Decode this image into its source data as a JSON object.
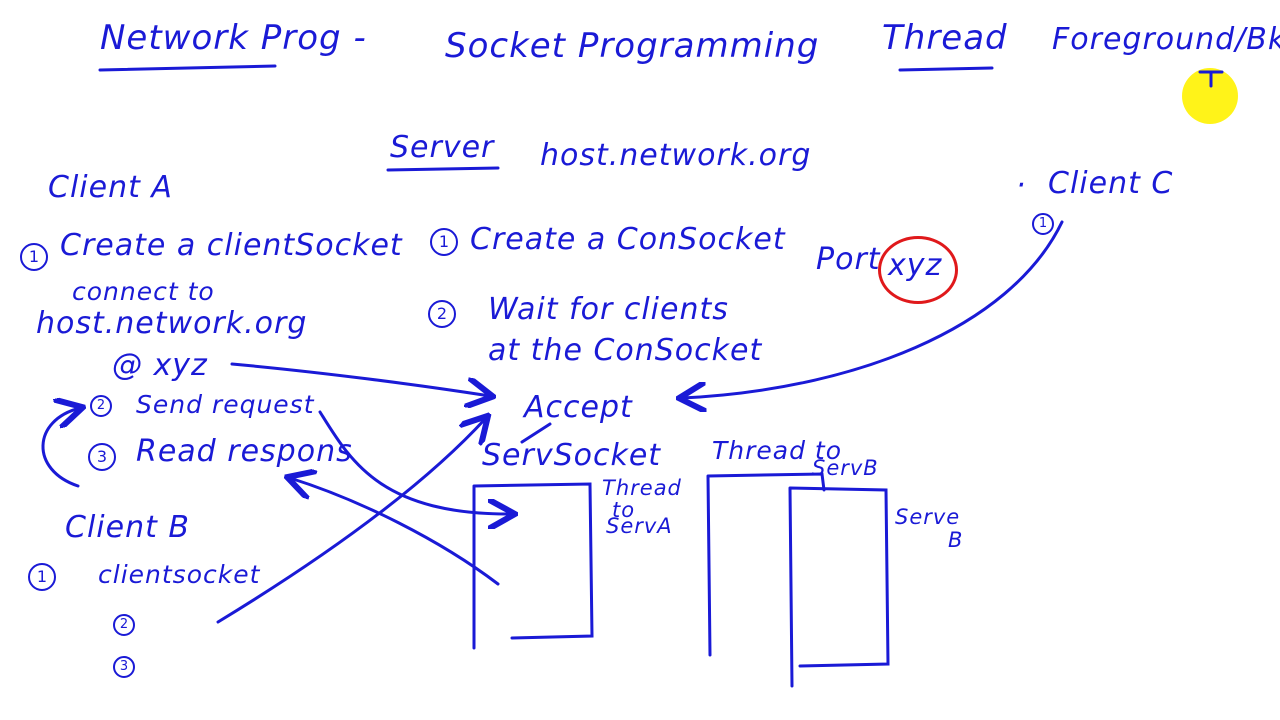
{
  "header": {
    "network_prog": "Network Prog -",
    "socket_programming": "Socket Programming",
    "thread": "Thread",
    "foreground_background": "Foreground/Bkgd"
  },
  "server": {
    "label": "Server",
    "host": "host.network.org",
    "port_label": "Port",
    "port_value": "xyz",
    "step1": "Create a ConSocket",
    "step2_line1": "Wait for clients",
    "step2_line2": "at the ConSocket",
    "accept": "Accept",
    "serv_socket": "ServSocket",
    "thread_to_serv_a_line1": "Thread",
    "thread_to_serv_a_line2": "to",
    "thread_to_serv_a_line3": "ServA",
    "thread_to_serv_b_line1": "Thread to",
    "thread_to_serv_b_line2": "ServB",
    "serve_b_line1": "Serve",
    "serve_b_line2": "B"
  },
  "client_a": {
    "label": "Client A",
    "step1": "Create a clientSocket",
    "connect_to": "connect to",
    "host": "host.network.org",
    "at_port": "@ xyz",
    "step2": "Send request",
    "step3": "Read respons"
  },
  "client_b": {
    "label": "Client B",
    "step1": "clientsocket"
  },
  "client_c": {
    "label": "Client C"
  },
  "numbers": {
    "one": "1",
    "two": "2",
    "three": "3"
  },
  "colors": {
    "ink": "#1a1ad6",
    "highlight": "#e0191b",
    "pointer": "#fff200"
  }
}
